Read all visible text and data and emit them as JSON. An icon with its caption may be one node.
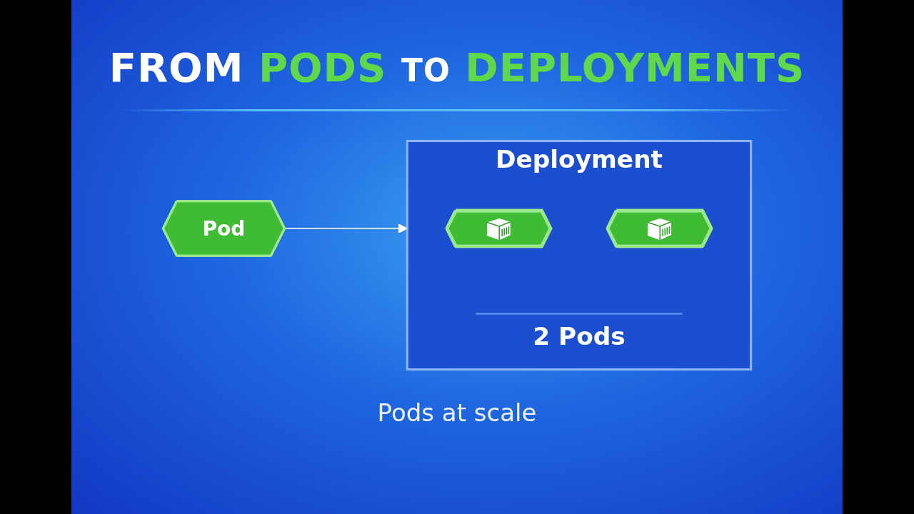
{
  "diagram": {
    "title": "FROM PODS TO DEPLOYMENTS",
    "nodes": [
      {
        "text": [
          "Pod"
        ]
      },
      {
        "text": [
          "Deployment",
          "2 Pods"
        ]
      },
      {
        "text": [],
        "shape": "hexagon",
        "in": 1
      },
      {
        "text": [],
        "shape": "hexagon",
        "in": 1
      }
    ],
    "edges": [
      {
        "from": 0,
        "to": 1,
        "arrow": "to"
      }
    ],
    "caption": "Pods at scale"
  }
}
